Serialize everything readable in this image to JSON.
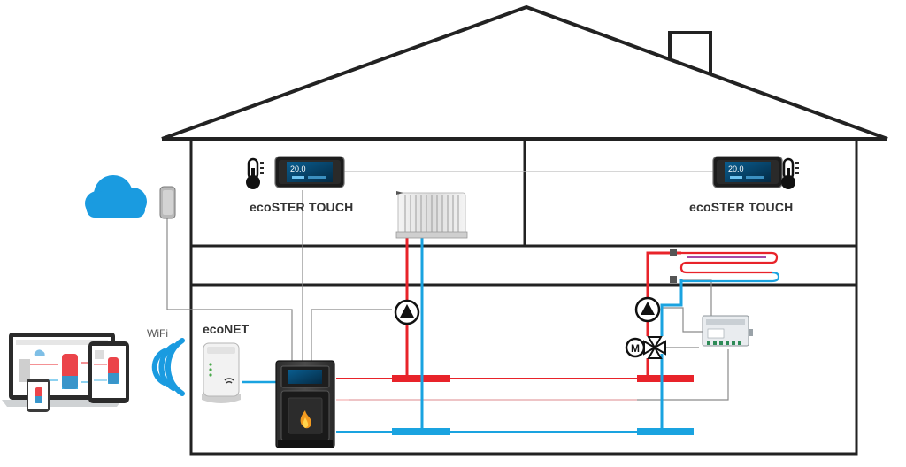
{
  "labels": {
    "thermostat_left": "ecoSTER TOUCH",
    "thermostat_right": "ecoSTER TOUCH",
    "internet_module": "ecoNET",
    "wireless": "WiFi"
  },
  "devices": {
    "thermostat_screen_text": "20.0"
  },
  "icons": {
    "cloud": "cloud-icon",
    "wifi": "wifi-signal-icon",
    "thermometer": "thermometer-icon",
    "pump": "circulation-pump-icon",
    "mixing_valve": "mixing-valve-motor-icon",
    "motor_letter": "M"
  },
  "colors": {
    "outline": "#222222",
    "hot_pipe": "#e8232a",
    "cold_pipe": "#1aa3e0",
    "signal_wire": "#8a8a8a",
    "cloud": "#1a9be0"
  }
}
